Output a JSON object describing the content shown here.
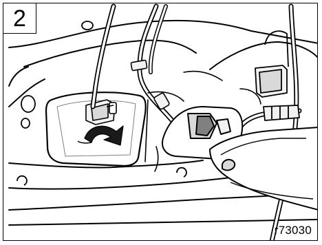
{
  "figure": {
    "step_number": "2",
    "reference_code": "r73030"
  },
  "colors": {
    "line": "#000000",
    "fill_panel": "#ffffff",
    "fill_part_light": "#f2f2f2",
    "fill_part_mid": "#d9d9d9",
    "fill_shadow": "#808080",
    "arrow": "#1a1a1a"
  },
  "parts": [
    "door-panel",
    "service-hole",
    "connector-clip",
    "rotate-arrow",
    "wire-harness",
    "harness-clamp",
    "electrical-connector",
    "lock-actuator",
    "latch-bracket",
    "mounting-holes"
  ]
}
